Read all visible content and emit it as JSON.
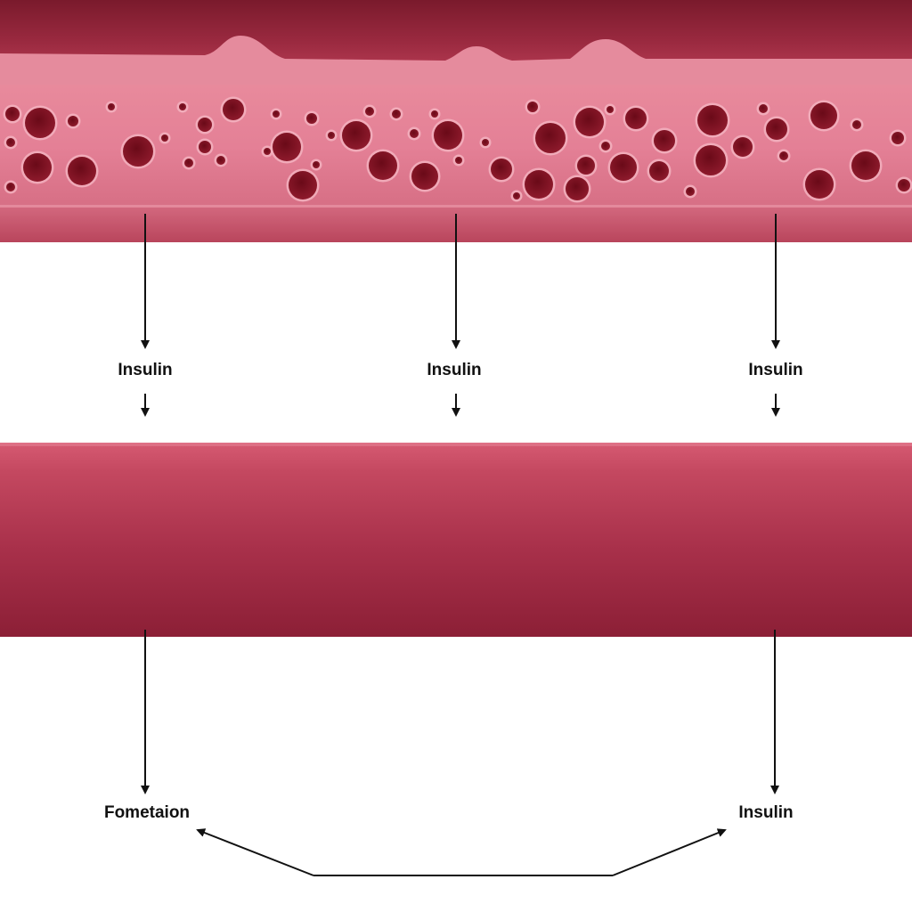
{
  "diagram": {
    "colors": {
      "tissue_dark": "#8a1f33",
      "tissue_light": "#e07f93",
      "vessel": "#b53a52",
      "pore": "#7c1020",
      "arrow": "#111111",
      "background": "#ffffff"
    },
    "labels": {
      "insulin_left": "Insulin",
      "insulin_center": "Insulin",
      "insulin_right": "Insulin",
      "bottom_left": "Fometaion",
      "bottom_right": "Insulin"
    }
  }
}
